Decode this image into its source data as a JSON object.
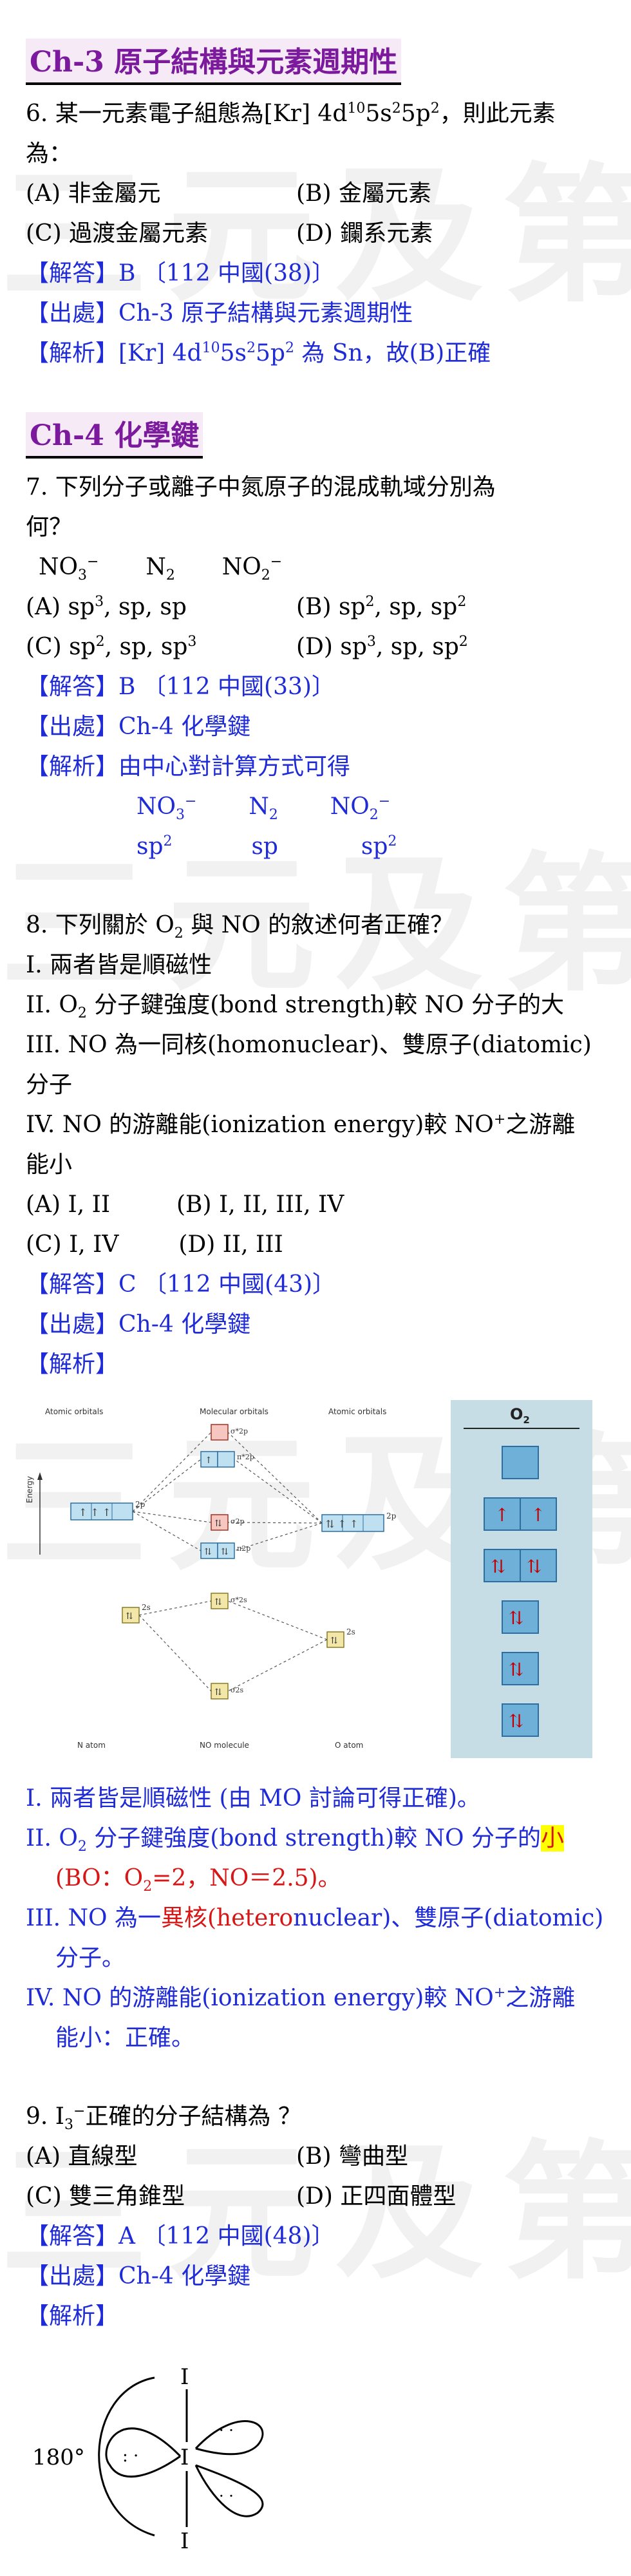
{
  "watermark": "三元及第",
  "ch3": {
    "heading": "Ch-3 原子結構與元素週期性"
  },
  "q6": {
    "stem1": "6. 某一元素電子組態為[Kr] 4d",
    "sup10": "10",
    "t5s": "5s",
    "sup2a": "2",
    "t5p": "5p",
    "sup2b": "2",
    "stemEnd": "，則此元素",
    "stem2": "為：",
    "optA": "(A) 非金屬元",
    "optB": "(B) 金屬元素",
    "optC": "(C) 過渡金屬元素",
    "optD": "(D) 鑭系元素",
    "answer": "【解答】B 〔112 中國(38)〕",
    "source": "【出處】Ch-3 原子結構與元素週期性",
    "exp1": "【解析】[Kr] 4d",
    "exp2": "5s",
    "exp3": "5p",
    "exp4": " 為 Sn，故(B)正確"
  },
  "ch4": {
    "heading": "Ch-4 化學鍵"
  },
  "q7": {
    "stem1": "7. 下列分子或離子中氮原子的混成軌域分別為",
    "stem2": "何？",
    "species": [
      "NO",
      "3",
      "−",
      "N",
      "2",
      "NO",
      "2",
      "−"
    ],
    "optA": "(A) sp",
    "optA2": ", sp, sp",
    "optB": "(B) sp",
    "optB2": ", sp, sp",
    "optC": "(C) sp",
    "optC2": ", sp, sp",
    "optD": "(D) sp",
    "optD2": ", sp, sp",
    "answer": "【解答】B 〔112 中國(33)〕",
    "source": "【出處】Ch-4 化學鍵",
    "exp": "【解析】由中心對計算方式可得",
    "hyb": [
      "sp",
      "sp",
      "sp"
    ]
  },
  "q8": {
    "stem": "8. 下列關於 O",
    "stemB": " 與 NO 的敘述何者正確？",
    "s1": "I. 兩者皆是順磁性",
    "s2": "II. O",
    "s2b": " 分子鍵強度(bond strength)較 NO 分子的大",
    "s3": "III. NO 為一同核(homonuclear)、雙原子(diatomic)",
    "s3b": "分子",
    "s4": "IV. NO 的游離能(ionization energy)較 NO",
    "s4b": "之游離",
    "s4c": "能小",
    "optA": "(A) I, II",
    "optB": "(B) I, II, III, IV",
    "optC": "(C) I, IV",
    "optD": "(D) II, III",
    "answer": "【解答】C 〔112 中國(43)〕",
    "source": "【出處】Ch-4 化學鍵",
    "exp": "【解析】",
    "diagram": {
      "atomic_orbitals": "Atomic orbitals",
      "molecular_orbitals": "Molecular orbitals",
      "energy": "Energy",
      "n_atom": "N atom",
      "no_molecule": "NO molecule",
      "o_atom": "O atom",
      "o2": "O2",
      "sigma2p_star": "σ*2p",
      "pi2p_star": "π*2p",
      "sigma2p": "σ2p",
      "pi2p": "π2p",
      "sigma2s_star": "σ*2s",
      "sigma2s": "σ2s",
      "l2p": "2p",
      "l2s": "2s"
    },
    "e1": "I. 兩者皆是順磁性 (由 MO 討論可得正確)。",
    "e2a": "II. O",
    "e2b": " 分子鍵強度(bond strength)較 NO 分子的",
    "e2hl": "小",
    "e2c": "(BO：O",
    "e2d": "=2，NO＝2.5)。",
    "e3a": "III. NO 為一",
    "e3b": "異核(hetero",
    "e3c": "nuclear)、雙原子(diatomic)",
    "e3d": "分子。",
    "e4a": "IV. NO 的游離能(ionization energy)較 NO",
    "e4b": "之游離",
    "e4c": "能小：正確。"
  },
  "q9": {
    "stem": "9. I",
    "stemB": "正確的分子結構為 ？",
    "optA": "(A) 直線型",
    "optB": "(B) 彎曲型",
    "optC": "(C) 雙三角錐型",
    "optD": "(D) 正四面體型",
    "answer": "【解答】A 〔112 中國(48)〕",
    "source": "【出處】Ch-4 化學鍵",
    "exp": "【解析】",
    "angle": "180°",
    "atom": "I"
  }
}
